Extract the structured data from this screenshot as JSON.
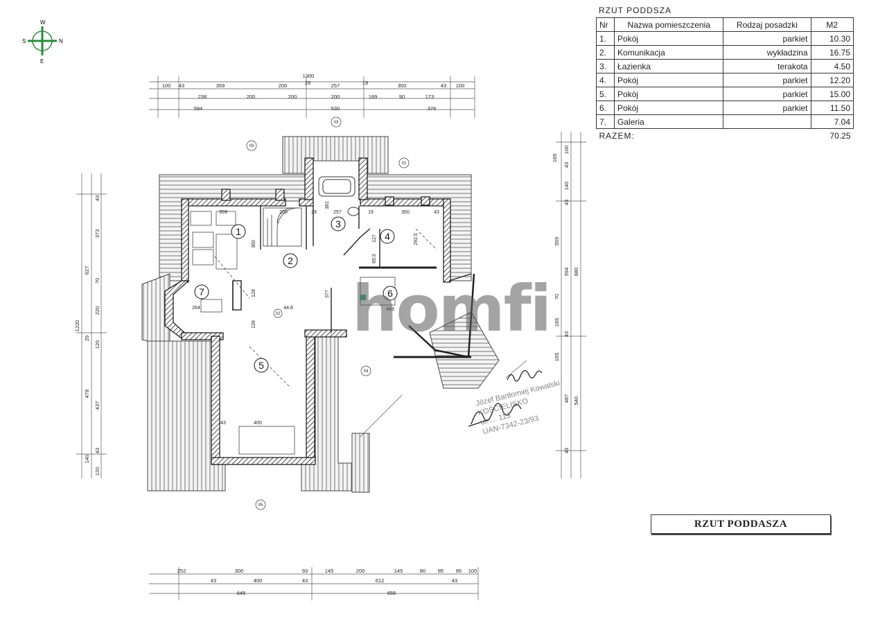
{
  "compass": {
    "north": "N",
    "south": "S",
    "east": "E",
    "west": "W"
  },
  "table": {
    "title": "RZUT PODDSZA",
    "headers": {
      "nr": "Nr",
      "name": "Nazwa pomieszczenia",
      "floor": "Rodzaj posadzki",
      "area": "M2"
    },
    "rows": [
      {
        "nr": "1.",
        "name": "Pokój",
        "floor": "parkiet",
        "area": "10.30"
      },
      {
        "nr": "2.",
        "name": "Komunikacja",
        "floor": "wykładzina",
        "area": "16.75"
      },
      {
        "nr": "3.",
        "name": "Łazienka",
        "floor": "terakota",
        "area": "4.50"
      },
      {
        "nr": "4.",
        "name": "Pokój",
        "floor": "parkiet",
        "area": "12.20"
      },
      {
        "nr": "5.",
        "name": "Pokój",
        "floor": "parkiet",
        "area": "15.00"
      },
      {
        "nr": "6.",
        "name": "Pokój",
        "floor": "parkiet",
        "area": "11.50"
      },
      {
        "nr": "7.",
        "name": "Galeria",
        "floor": "",
        "area": "7.04"
      }
    ],
    "total_label": "RAZEM:",
    "total_value": "70.25"
  },
  "title_box": "RZUT PODDASZA",
  "watermark": "homfi",
  "stamp_lines": [
    "Józef Bartłomiej Kowalski",
    "KOŚCIELISKO",
    "ul. ... 113",
    "UAN-7342-23/93"
  ],
  "top_dims": {
    "overall": "1300",
    "row1": [
      "100",
      "43",
      "359",
      "200",
      "29",
      "257",
      "19",
      "350",
      "43",
      "100"
    ],
    "row2": [
      "238",
      "200",
      "200",
      "200",
      "189",
      "90",
      "173"
    ],
    "row3": [
      "594",
      "530",
      "376"
    ]
  },
  "bottom_dims": {
    "row1": [
      "252",
      "300",
      "93",
      "145",
      "200",
      "145",
      "80",
      "85",
      "85",
      "100"
    ],
    "row2": [
      "43",
      "400",
      "43",
      "612",
      "43"
    ],
    "row3": [
      "645",
      "655"
    ]
  },
  "left_dims": {
    "overall": "1220",
    "col1": [
      "43",
      "373",
      "70",
      "220",
      "29",
      "120",
      "437",
      "43",
      "120"
    ],
    "col2": [
      "627",
      "478",
      "140"
    ]
  },
  "right_dims": {
    "col1": [
      "100",
      "43",
      "140",
      "43",
      "559",
      "70",
      "165",
      "43",
      "165",
      "487",
      "43"
    ],
    "col2": [
      "169",
      "594",
      "680",
      "540"
    ]
  },
  "axis_labels": [
    "01",
    "03",
    "03",
    "04",
    "05",
    "02"
  ],
  "room_numbers": [
    "1",
    "2",
    "3",
    "4",
    "5",
    "6",
    "7"
  ],
  "interior_dims": [
    "359",
    "200",
    "29",
    "257",
    "19",
    "350",
    "43",
    "360",
    "381",
    "264",
    "128",
    "44.8",
    "377",
    "493",
    "400",
    "43",
    "139",
    "292.5",
    "127",
    "65.5"
  ]
}
